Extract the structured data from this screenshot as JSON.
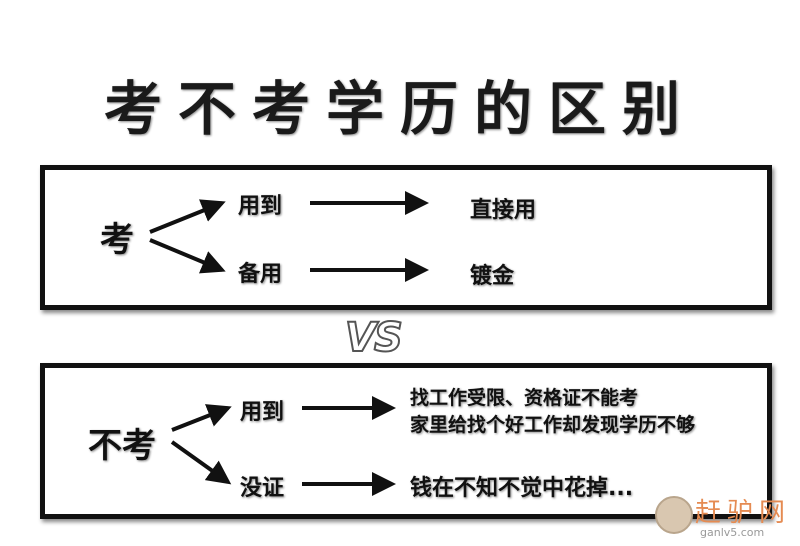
{
  "title": "考不考学历的区别",
  "top_box": {
    "root": "考",
    "branches": [
      {
        "label": "用到",
        "result": "直接用"
      },
      {
        "label": "备用",
        "result": "镀金"
      }
    ]
  },
  "vs_label": "VS",
  "bottom_box": {
    "root": "不考",
    "branches": [
      {
        "label": "用到",
        "result_lines": [
          "找工作受限、资格证不能考",
          "家里给找个好工作却发现学历不够"
        ]
      },
      {
        "label": "没证",
        "result_lines": [
          "钱在不知不觉中花掉..."
        ]
      }
    ]
  },
  "watermark": {
    "name": "赶驴网",
    "url": "ganlv5.com"
  }
}
